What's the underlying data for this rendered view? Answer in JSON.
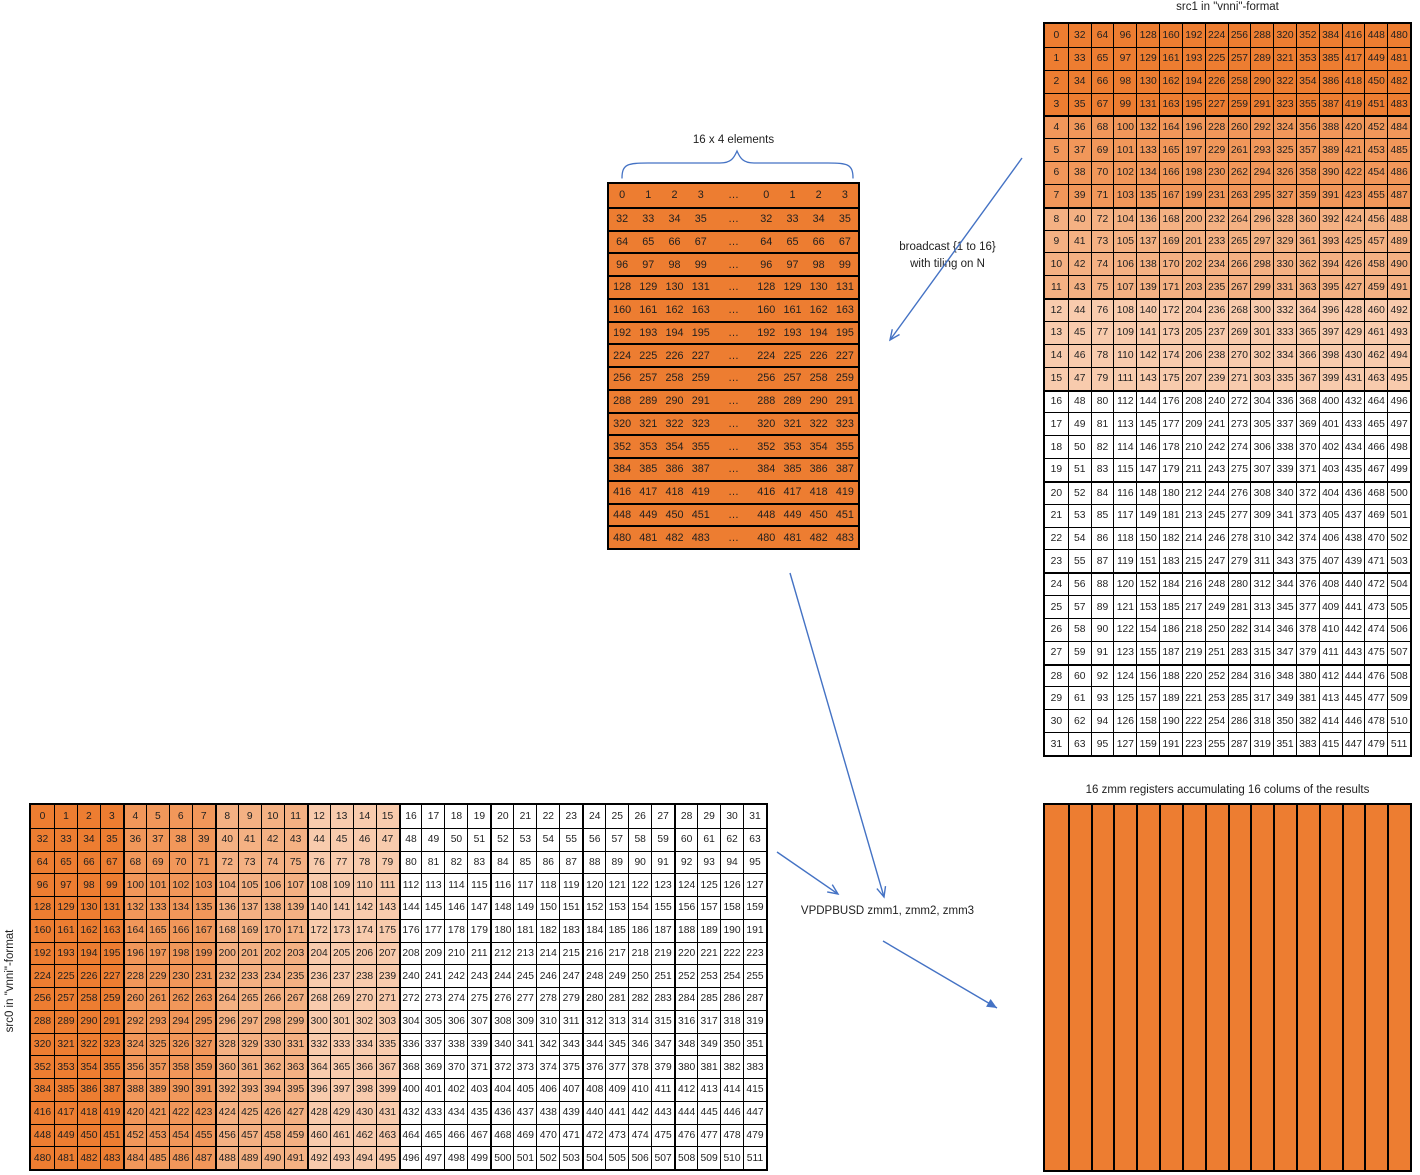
{
  "colors": {
    "orange_dark": "#ED7D31",
    "orange_mid": "#F1975A",
    "orange_light": "#F4B183",
    "orange_pale": "#F8CBAD",
    "arrow_blue": "#4472C4",
    "table_border": "#000000",
    "text": "#1F1F1F"
  },
  "src1_table": {
    "title": "src1 in \"vnni\"-format",
    "rows": [
      [
        0,
        32,
        64,
        96,
        128,
        160,
        192,
        224,
        256,
        288,
        320,
        352,
        384,
        416,
        448,
        480
      ],
      [
        1,
        33,
        65,
        97,
        129,
        161,
        193,
        225,
        257,
        289,
        321,
        353,
        385,
        417,
        449,
        481
      ],
      [
        2,
        34,
        66,
        98,
        130,
        162,
        194,
        226,
        258,
        290,
        322,
        354,
        386,
        418,
        450,
        482
      ],
      [
        3,
        35,
        67,
        99,
        131,
        163,
        195,
        227,
        259,
        291,
        323,
        355,
        387,
        419,
        451,
        483
      ],
      [
        4,
        36,
        68,
        100,
        132,
        164,
        196,
        228,
        260,
        292,
        324,
        356,
        388,
        420,
        452,
        484
      ],
      [
        5,
        37,
        69,
        101,
        133,
        165,
        197,
        229,
        261,
        293,
        325,
        357,
        389,
        421,
        453,
        485
      ],
      [
        6,
        38,
        70,
        102,
        134,
        166,
        198,
        230,
        262,
        294,
        326,
        358,
        390,
        422,
        454,
        486
      ],
      [
        7,
        39,
        71,
        103,
        135,
        167,
        199,
        231,
        263,
        295,
        327,
        359,
        391,
        423,
        455,
        487
      ],
      [
        8,
        40,
        72,
        104,
        136,
        168,
        200,
        232,
        264,
        296,
        328,
        360,
        392,
        424,
        456,
        488
      ],
      [
        9,
        41,
        73,
        105,
        137,
        169,
        201,
        233,
        265,
        297,
        329,
        361,
        393,
        425,
        457,
        489
      ],
      [
        10,
        42,
        74,
        106,
        138,
        170,
        202,
        234,
        266,
        298,
        330,
        362,
        394,
        426,
        458,
        490
      ],
      [
        11,
        43,
        75,
        107,
        139,
        171,
        203,
        235,
        267,
        299,
        331,
        363,
        395,
        427,
        459,
        491
      ],
      [
        12,
        44,
        76,
        108,
        140,
        172,
        204,
        236,
        268,
        300,
        332,
        364,
        396,
        428,
        460,
        492
      ],
      [
        13,
        45,
        77,
        109,
        141,
        173,
        205,
        237,
        269,
        301,
        333,
        365,
        397,
        429,
        461,
        493
      ],
      [
        14,
        46,
        78,
        110,
        142,
        174,
        206,
        238,
        270,
        302,
        334,
        366,
        398,
        430,
        462,
        494
      ],
      [
        15,
        47,
        79,
        111,
        143,
        175,
        207,
        239,
        271,
        303,
        335,
        367,
        399,
        431,
        463,
        495
      ],
      [
        16,
        48,
        80,
        112,
        144,
        176,
        208,
        240,
        272,
        304,
        336,
        368,
        400,
        432,
        464,
        496
      ],
      [
        17,
        49,
        81,
        113,
        145,
        177,
        209,
        241,
        273,
        305,
        337,
        369,
        401,
        433,
        465,
        497
      ],
      [
        18,
        50,
        82,
        114,
        146,
        178,
        210,
        242,
        274,
        306,
        338,
        370,
        402,
        434,
        466,
        498
      ],
      [
        19,
        51,
        83,
        115,
        147,
        179,
        211,
        243,
        275,
        307,
        339,
        371,
        403,
        435,
        467,
        499
      ],
      [
        20,
        52,
        84,
        116,
        148,
        180,
        212,
        244,
        276,
        308,
        340,
        372,
        404,
        436,
        468,
        500
      ],
      [
        21,
        53,
        85,
        117,
        149,
        181,
        213,
        245,
        277,
        309,
        341,
        373,
        405,
        437,
        469,
        501
      ],
      [
        22,
        54,
        86,
        118,
        150,
        182,
        214,
        246,
        278,
        310,
        342,
        374,
        406,
        438,
        470,
        502
      ],
      [
        23,
        55,
        87,
        119,
        151,
        183,
        215,
        247,
        279,
        311,
        343,
        375,
        407,
        439,
        471,
        503
      ],
      [
        24,
        56,
        88,
        120,
        152,
        184,
        216,
        248,
        280,
        312,
        344,
        376,
        408,
        440,
        472,
        504
      ],
      [
        25,
        57,
        89,
        121,
        153,
        185,
        217,
        249,
        281,
        313,
        345,
        377,
        409,
        441,
        473,
        505
      ],
      [
        26,
        58,
        90,
        122,
        154,
        186,
        218,
        250,
        282,
        314,
        346,
        378,
        410,
        442,
        474,
        506
      ],
      [
        27,
        59,
        91,
        123,
        155,
        187,
        219,
        251,
        283,
        315,
        347,
        379,
        411,
        443,
        475,
        507
      ],
      [
        28,
        60,
        92,
        124,
        156,
        188,
        220,
        252,
        284,
        316,
        348,
        380,
        412,
        444,
        476,
        508
      ],
      [
        29,
        61,
        93,
        125,
        157,
        189,
        221,
        253,
        285,
        317,
        349,
        381,
        413,
        445,
        477,
        509
      ],
      [
        30,
        62,
        94,
        126,
        158,
        190,
        222,
        254,
        286,
        318,
        350,
        382,
        414,
        446,
        478,
        510
      ],
      [
        31,
        63,
        95,
        127,
        159,
        191,
        223,
        255,
        287,
        319,
        351,
        383,
        415,
        447,
        479,
        511
      ]
    ]
  },
  "broadcast_block": {
    "brace_label": "16 x 4 elements",
    "rows": [
      [
        0,
        1,
        2,
        3,
        "…",
        0,
        1,
        2,
        3
      ],
      [
        32,
        33,
        34,
        35,
        "…",
        32,
        33,
        34,
        35
      ],
      [
        64,
        65,
        66,
        67,
        "…",
        64,
        65,
        66,
        67
      ],
      [
        96,
        97,
        98,
        99,
        "…",
        96,
        97,
        98,
        99
      ],
      [
        128,
        129,
        130,
        131,
        "…",
        128,
        129,
        130,
        131
      ],
      [
        160,
        161,
        162,
        163,
        "…",
        160,
        161,
        162,
        163
      ],
      [
        192,
        193,
        194,
        195,
        "…",
        192,
        193,
        194,
        195
      ],
      [
        224,
        225,
        226,
        227,
        "…",
        224,
        225,
        226,
        227
      ],
      [
        256,
        257,
        258,
        259,
        "…",
        256,
        257,
        258,
        259
      ],
      [
        288,
        289,
        290,
        291,
        "…",
        288,
        289,
        290,
        291
      ],
      [
        320,
        321,
        322,
        323,
        "…",
        320,
        321,
        322,
        323
      ],
      [
        352,
        353,
        354,
        355,
        "…",
        352,
        353,
        354,
        355
      ],
      [
        384,
        385,
        386,
        387,
        "…",
        384,
        385,
        386,
        387
      ],
      [
        416,
        417,
        418,
        419,
        "…",
        416,
        417,
        418,
        419
      ],
      [
        448,
        449,
        450,
        451,
        "…",
        448,
        449,
        450,
        451
      ],
      [
        480,
        481,
        482,
        483,
        "…",
        480,
        481,
        482,
        483
      ]
    ]
  },
  "annotations": {
    "broadcast_line1": "broadcast {1 to 16}",
    "broadcast_line2": "with tiling on N",
    "instruction": "VPDPBUSD zmm1, zmm2, zmm3"
  },
  "src0_table": {
    "title": "src0 in \"vnni\"-format",
    "rows": [
      [
        0,
        1,
        2,
        3,
        4,
        5,
        6,
        7,
        8,
        9,
        10,
        11,
        12,
        13,
        14,
        15,
        16,
        17,
        18,
        19,
        20,
        21,
        22,
        23,
        24,
        25,
        26,
        27,
        28,
        29,
        30,
        31
      ],
      [
        32,
        33,
        34,
        35,
        36,
        37,
        38,
        39,
        40,
        41,
        42,
        43,
        44,
        45,
        46,
        47,
        48,
        49,
        50,
        51,
        52,
        53,
        54,
        55,
        56,
        57,
        58,
        59,
        60,
        61,
        62,
        63
      ],
      [
        64,
        65,
        66,
        67,
        68,
        69,
        70,
        71,
        72,
        73,
        74,
        75,
        76,
        77,
        78,
        79,
        80,
        81,
        82,
        83,
        84,
        85,
        86,
        87,
        88,
        89,
        90,
        91,
        92,
        93,
        94,
        95
      ],
      [
        96,
        97,
        98,
        99,
        100,
        101,
        102,
        103,
        104,
        105,
        106,
        107,
        108,
        109,
        110,
        111,
        112,
        113,
        114,
        115,
        116,
        117,
        118,
        119,
        120,
        121,
        122,
        123,
        124,
        125,
        126,
        127
      ],
      [
        128,
        129,
        130,
        131,
        132,
        133,
        134,
        135,
        136,
        137,
        138,
        139,
        140,
        141,
        142,
        143,
        144,
        145,
        146,
        147,
        148,
        149,
        150,
        151,
        152,
        153,
        154,
        155,
        156,
        157,
        158,
        159
      ],
      [
        160,
        161,
        162,
        163,
        164,
        165,
        166,
        167,
        168,
        169,
        170,
        171,
        172,
        173,
        174,
        175,
        176,
        177,
        178,
        179,
        180,
        181,
        182,
        183,
        184,
        185,
        186,
        187,
        188,
        189,
        190,
        191
      ],
      [
        192,
        193,
        194,
        195,
        196,
        197,
        198,
        199,
        200,
        201,
        202,
        203,
        204,
        205,
        206,
        207,
        208,
        209,
        210,
        211,
        212,
        213,
        214,
        215,
        216,
        217,
        218,
        219,
        220,
        221,
        222,
        223
      ],
      [
        224,
        225,
        226,
        227,
        228,
        229,
        230,
        231,
        232,
        233,
        234,
        235,
        236,
        237,
        238,
        239,
        240,
        241,
        242,
        243,
        244,
        245,
        246,
        247,
        248,
        249,
        250,
        251,
        252,
        253,
        254,
        255
      ],
      [
        256,
        257,
        258,
        259,
        260,
        261,
        262,
        263,
        264,
        265,
        266,
        267,
        268,
        269,
        270,
        271,
        272,
        273,
        274,
        275,
        276,
        277,
        278,
        279,
        280,
        281,
        282,
        283,
        284,
        285,
        286,
        287
      ],
      [
        288,
        289,
        290,
        291,
        292,
        293,
        294,
        295,
        296,
        297,
        298,
        299,
        300,
        301,
        302,
        303,
        304,
        305,
        306,
        307,
        308,
        309,
        310,
        311,
        312,
        313,
        314,
        315,
        316,
        317,
        318,
        319
      ],
      [
        320,
        321,
        322,
        323,
        324,
        325,
        326,
        327,
        328,
        329,
        330,
        331,
        332,
        333,
        334,
        335,
        336,
        337,
        338,
        339,
        340,
        341,
        342,
        343,
        344,
        345,
        346,
        347,
        348,
        349,
        350,
        351
      ],
      [
        352,
        353,
        354,
        355,
        356,
        357,
        358,
        359,
        360,
        361,
        362,
        363,
        364,
        365,
        366,
        367,
        368,
        369,
        370,
        371,
        372,
        373,
        374,
        375,
        376,
        377,
        378,
        379,
        380,
        381,
        382,
        383
      ],
      [
        384,
        385,
        386,
        387,
        388,
        389,
        390,
        391,
        392,
        393,
        394,
        395,
        396,
        397,
        398,
        399,
        400,
        401,
        402,
        403,
        404,
        405,
        406,
        407,
        408,
        409,
        410,
        411,
        412,
        413,
        414,
        415
      ],
      [
        416,
        417,
        418,
        419,
        420,
        421,
        422,
        423,
        424,
        425,
        426,
        427,
        428,
        429,
        430,
        431,
        432,
        433,
        434,
        435,
        436,
        437,
        438,
        439,
        440,
        441,
        442,
        443,
        444,
        445,
        446,
        447
      ],
      [
        448,
        449,
        450,
        451,
        452,
        453,
        454,
        455,
        456,
        457,
        458,
        459,
        460,
        461,
        462,
        463,
        464,
        465,
        466,
        467,
        468,
        469,
        470,
        471,
        472,
        473,
        474,
        475,
        476,
        477,
        478,
        479
      ],
      [
        480,
        481,
        482,
        483,
        484,
        485,
        486,
        487,
        488,
        489,
        490,
        491,
        492,
        493,
        494,
        495,
        496,
        497,
        498,
        499,
        500,
        501,
        502,
        503,
        504,
        505,
        506,
        507,
        508,
        509,
        510,
        511
      ]
    ]
  },
  "result_grid": {
    "title": "16 zmm registers accumulating 16 colums of the results",
    "num_registers": 16
  }
}
